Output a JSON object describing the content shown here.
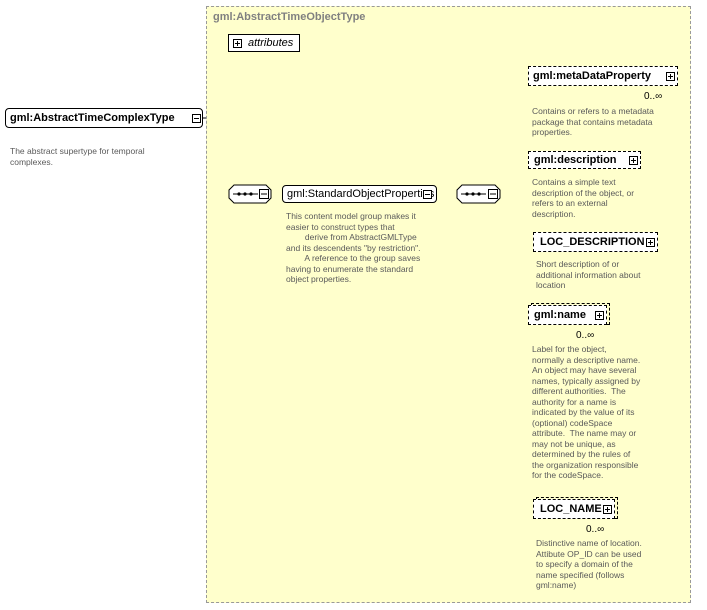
{
  "panel": {
    "title": "gml:AbstractTimeObjectType"
  },
  "root": {
    "label": "gml:AbstractTimeComplexType",
    "description": "The abstract supertype for temporal\ncomplexes."
  },
  "attributes": {
    "label": "attributes"
  },
  "group": {
    "label": "gml:StandardObjectProperties",
    "description": "This content model group makes it\neasier to construct types that\n        derive from AbstractGMLType\nand its descendents \"by restriction\".\n        A reference to the group saves\nhaving to enumerate the standard\nobject properties."
  },
  "elements": [
    {
      "label": "gml:metaDataProperty",
      "occurs": "0..∞",
      "description": "Contains or refers to a metadata\npackage that contains metadata\nproperties."
    },
    {
      "label": "gml:description",
      "occurs": "",
      "description": "Contains a simple text\ndescription of the object, or\nrefers to an external\ndescription."
    },
    {
      "label": "LOC_DESCRIPTION",
      "occurs": "",
      "description": "Short description of or\nadditional information about\nlocation"
    },
    {
      "label": "gml:name",
      "occurs": "0..∞",
      "description": "Label for the object,\nnormally a descriptive name.\nAn object may have several\nnames, typically assigned by\ndifferent authorities.  The\nauthority for a name is\nindicated by the value of its\n(optional) codeSpace\nattribute.  The name may or\nmay not be unique, as\ndetermined by the rules of\nthe organization responsible\nfor the codeSpace."
    },
    {
      "label": "LOC_NAME",
      "occurs": "0..∞",
      "description": "Distinctive name of location.\nAttibute OP_ID can be used\nto specify a domain of the\nname specified (follows\ngml:name)"
    }
  ]
}
